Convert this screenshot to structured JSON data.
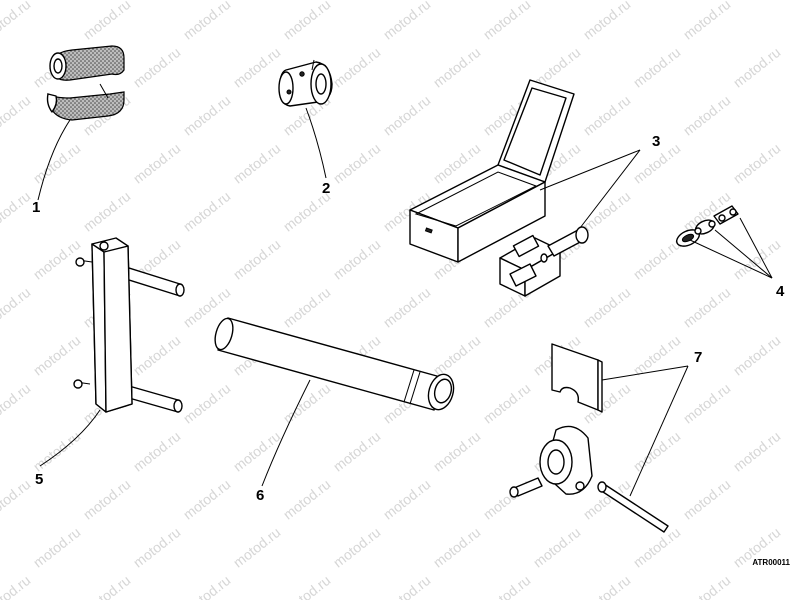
{
  "watermark": {
    "text": "motod.ru"
  },
  "callouts": {
    "c1": "1",
    "c2": "2",
    "c3": "3",
    "c4": "4",
    "c5": "5",
    "c6": "6",
    "c7": "7"
  },
  "drawing_code": "ATR00011"
}
